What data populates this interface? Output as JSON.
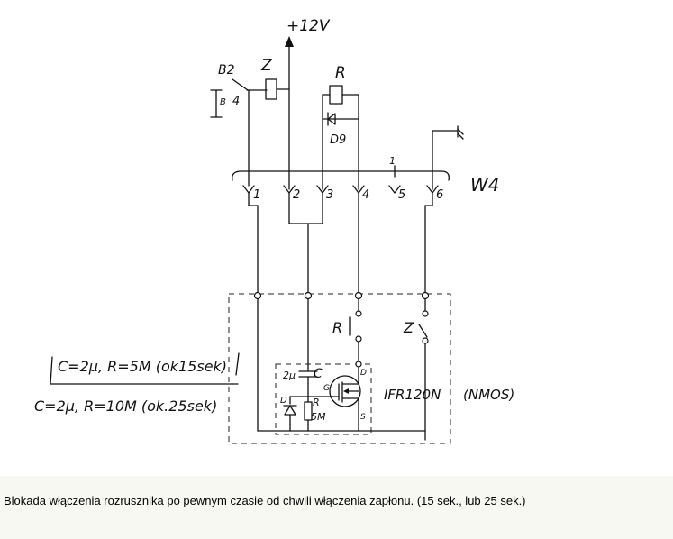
{
  "schematic": {
    "supply_label": "+12V",
    "coil_z_label": "Z",
    "relay_r_label": "R",
    "b2_label": "B2",
    "b_label": "B",
    "b2_pin_label": "4",
    "diode_label": "D9",
    "connector_label": "W4",
    "connector_marker": "1",
    "pins": [
      "1",
      "2",
      "3",
      "4",
      "5",
      "6"
    ],
    "contact_r_label": "R",
    "contact_z_label": "Z",
    "cap_value": "2µ",
    "cap_label": "C",
    "res_label": "R",
    "res_value": "5M",
    "diode_d_label": "D",
    "gate_label": "G",
    "drain_label": "D",
    "source_label": "S",
    "mosfet_part": "IFR120N",
    "mosfet_type": "(NMOS)",
    "note_1": "C=2µ, R=5M (ok15sek)",
    "note_2": "C=2µ, R=10M (ok.25sek)"
  },
  "caption": "Blokada włączenia rozrusznika po pewnym czasie od chwili włączenia zapłonu. (15 sek., lub 25 sek.)"
}
